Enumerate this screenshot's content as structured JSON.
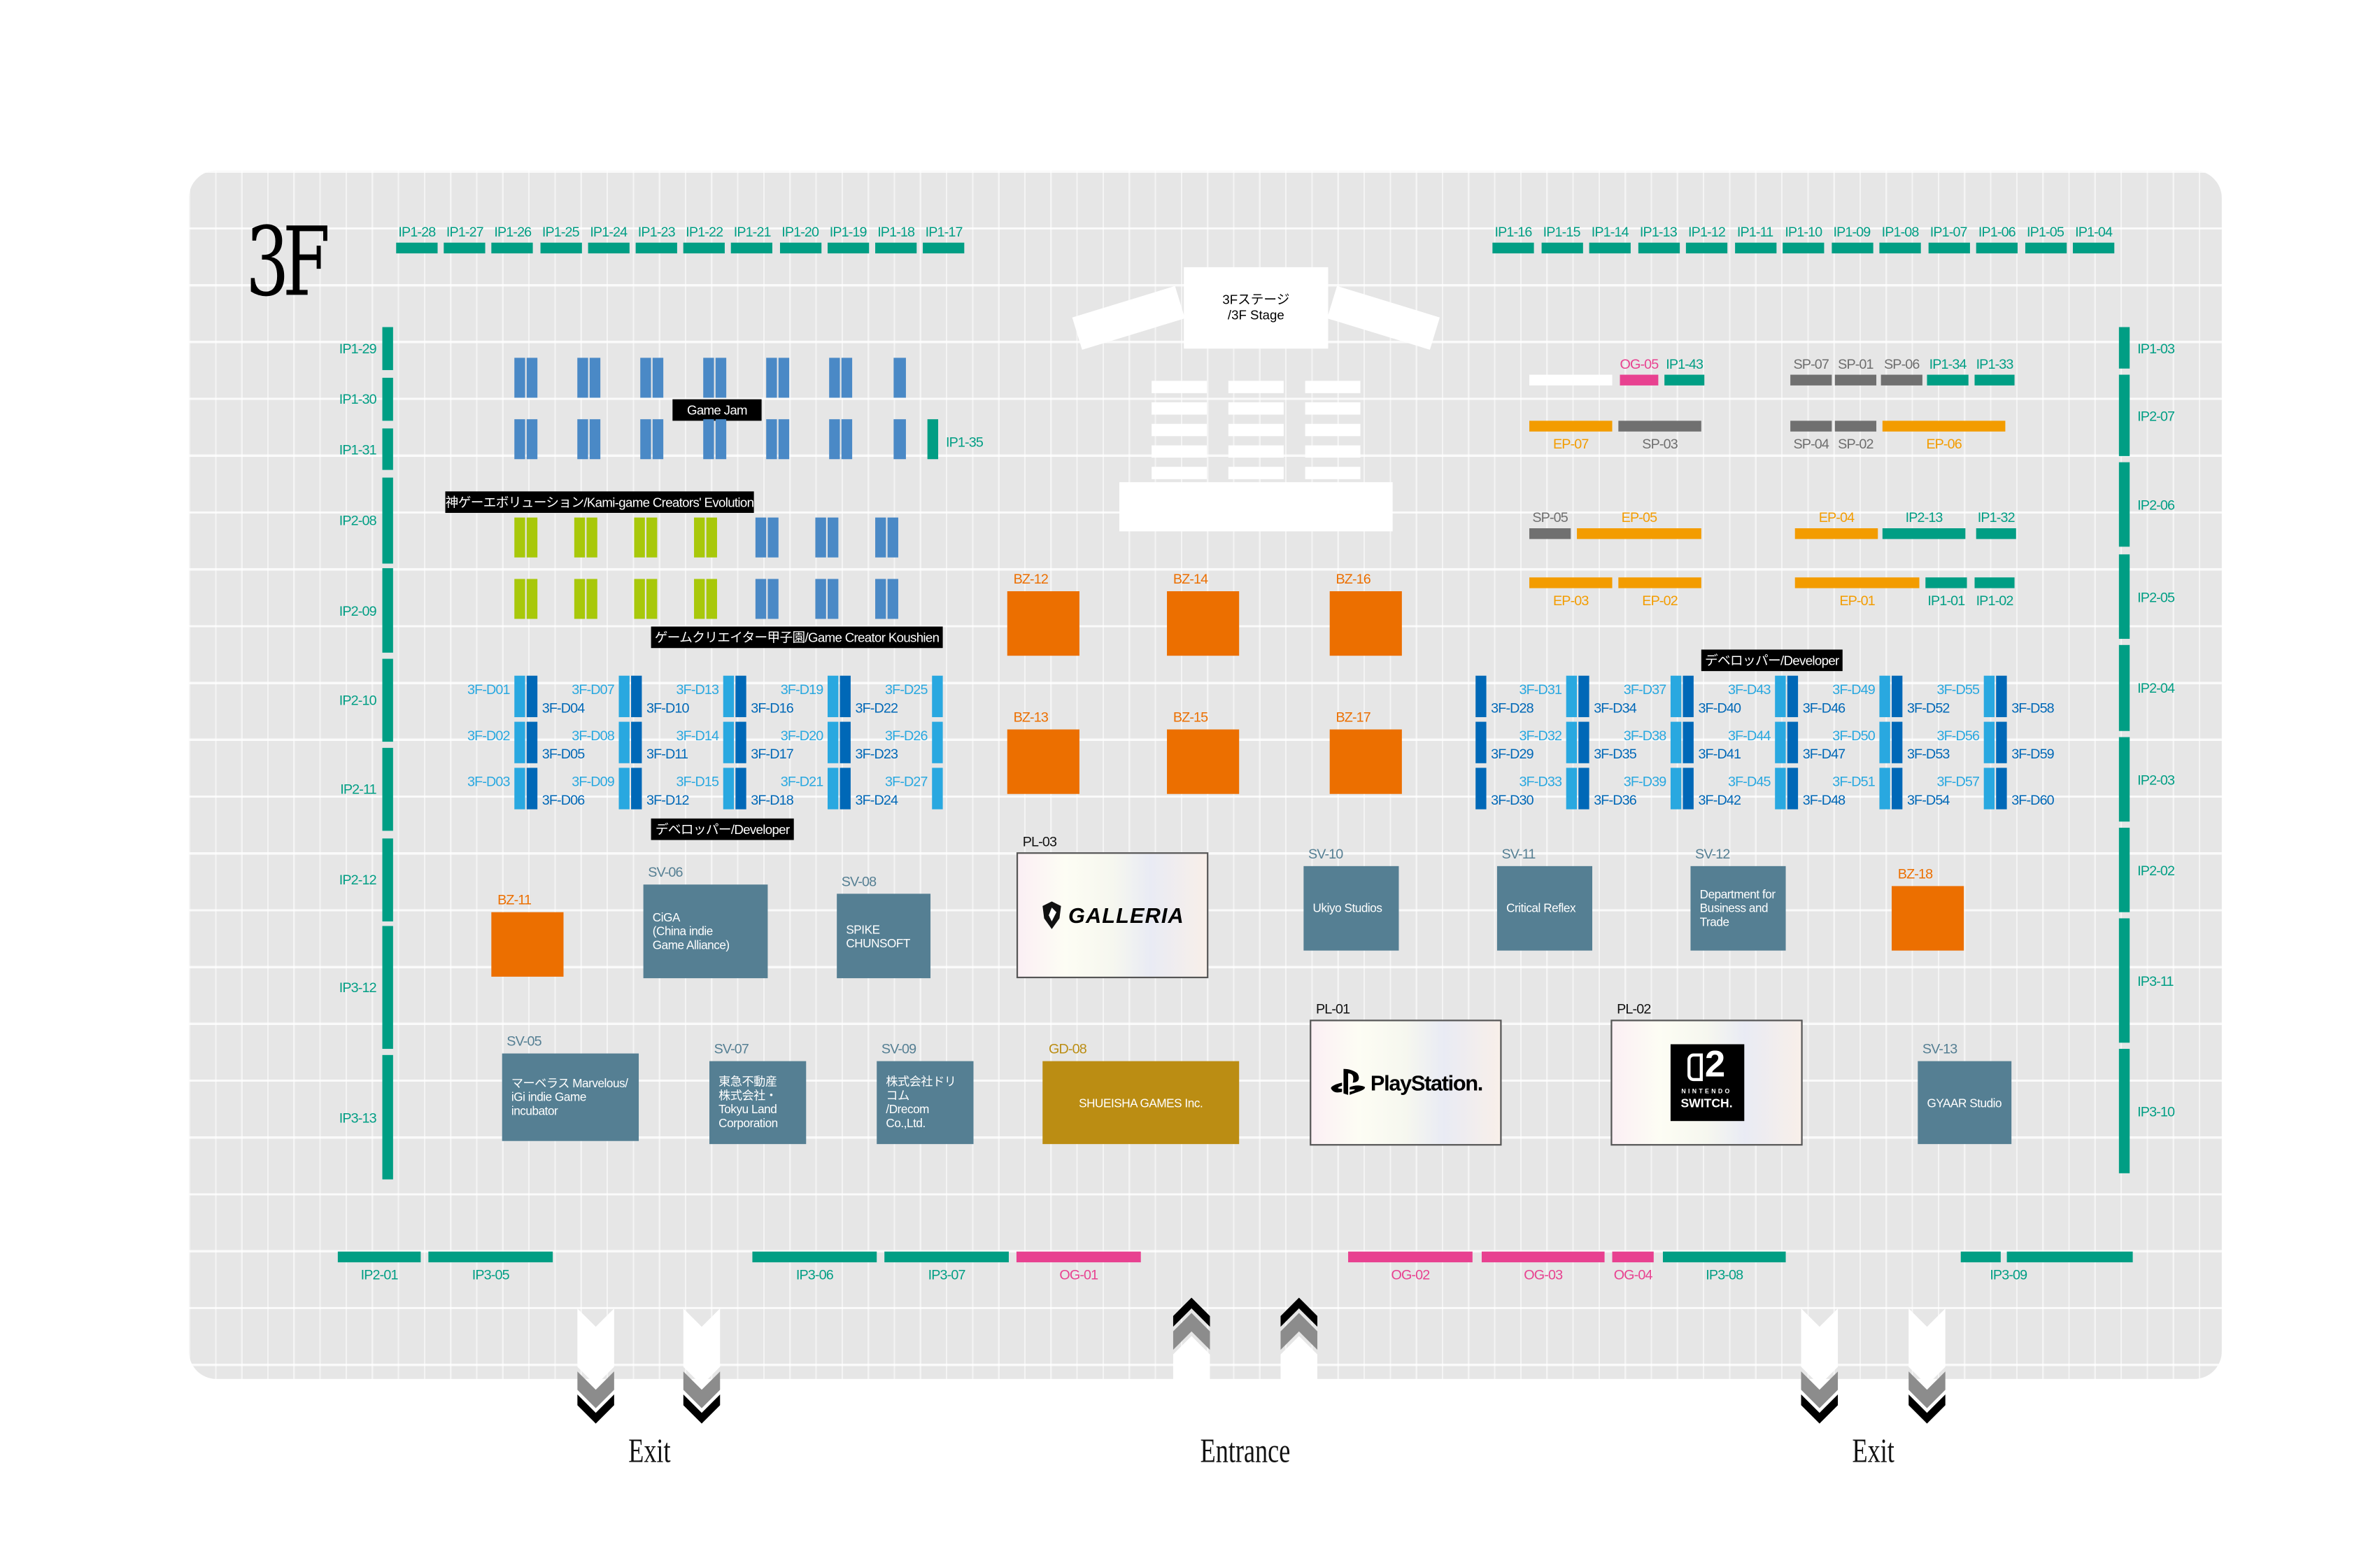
{
  "floor": "3F",
  "colors": {
    "teal": "#009e84",
    "pink": "#e84190",
    "gray": "#707070",
    "orange": "#f39c00",
    "bz": "#ec6f00",
    "gamejam_blue": "#4a89c6",
    "kamigame_green": "#a8c80a",
    "dev_light": "#29a8e0",
    "dev_dark": "#0068b7",
    "showcase": "#557f93",
    "gold": "#bb8d13"
  },
  "top_booths_left": [
    "IP1-28",
    "IP1-27",
    "IP1-26",
    "IP1-25",
    "IP1-24",
    "IP1-23",
    "IP1-22",
    "IP1-21",
    "IP1-20",
    "IP1-19",
    "IP1-18",
    "IP1-17"
  ],
  "top_booths_right": [
    "IP1-16",
    "IP1-15",
    "IP1-14",
    "IP1-13",
    "IP1-12",
    "IP1-11",
    "IP1-10",
    "IP1-09",
    "IP1-08",
    "IP1-07",
    "IP1-06",
    "IP1-05",
    "IP1-04"
  ],
  "left_wall": [
    "IP1-29",
    "IP1-30",
    "IP1-31",
    "IP2-08",
    "IP2-09",
    "IP2-10",
    "IP2-11",
    "IP2-12",
    "IP3-12",
    "IP3-13"
  ],
  "right_wall": [
    "IP1-03",
    "IP2-07",
    "IP2-06",
    "IP2-05",
    "IP2-04",
    "IP2-03",
    "IP2-02",
    "IP3-11",
    "IP3-10"
  ],
  "ip1_35": "IP1-35",
  "zone_signs": {
    "game_jam": "Game Jam",
    "kamigame": "神ゲーエボリューション/Kami-game Creators' Evolution",
    "koushien": "ゲームクリエイター甲子園/Game Creator Koushien",
    "developer_left": "デベロッパー/Developer",
    "developer_right": "デベロッパー/Developer"
  },
  "stage": {
    "line1": "3Fステージ",
    "line2": "/3F Stage"
  },
  "developer_left": [
    {
      "light": [
        "3F-D01",
        "3F-D02",
        "3F-D03"
      ],
      "dark": [
        "3F-D04",
        "3F-D05",
        "3F-D06"
      ]
    },
    {
      "light": [
        "3F-D07",
        "3F-D08",
        "3F-D09"
      ],
      "dark": [
        "3F-D10",
        "3F-D11",
        "3F-D12"
      ]
    },
    {
      "light": [
        "3F-D13",
        "3F-D14",
        "3F-D15"
      ],
      "dark": [
        "3F-D16",
        "3F-D17",
        "3F-D18"
      ]
    },
    {
      "light": [
        "3F-D19",
        "3F-D20",
        "3F-D21"
      ],
      "dark": [
        "3F-D22",
        "3F-D23",
        "3F-D24"
      ]
    },
    {
      "light": [
        "3F-D25",
        "3F-D26",
        "3F-D27"
      ]
    }
  ],
  "developer_right": [
    {
      "dark": [
        "3F-D28",
        "3F-D29",
        "3F-D30"
      ]
    },
    {
      "light": [
        "3F-D31",
        "3F-D32",
        "3F-D33"
      ],
      "dark": [
        "3F-D34",
        "3F-D35",
        "3F-D36"
      ]
    },
    {
      "light": [
        "3F-D37",
        "3F-D38",
        "3F-D39"
      ],
      "dark": [
        "3F-D40",
        "3F-D41",
        "3F-D42"
      ]
    },
    {
      "light": [
        "3F-D43",
        "3F-D44",
        "3F-D45"
      ],
      "dark": [
        "3F-D46",
        "3F-D47",
        "3F-D48"
      ]
    },
    {
      "light": [
        "3F-D49",
        "3F-D50",
        "3F-D51"
      ],
      "dark": [
        "3F-D52",
        "3F-D53",
        "3F-D54"
      ]
    },
    {
      "light": [
        "3F-D55",
        "3F-D56",
        "3F-D57"
      ],
      "dark": [
        "3F-D58",
        "3F-D59",
        "3F-D60"
      ]
    }
  ],
  "east_booths": [
    {
      "id": "OG-05",
      "type": "pink"
    },
    {
      "id": "IP1-43",
      "type": "teal"
    },
    {
      "id": "SP-07",
      "type": "gray"
    },
    {
      "id": "SP-01",
      "type": "gray"
    },
    {
      "id": "SP-06",
      "type": "gray"
    },
    {
      "id": "IP1-34",
      "type": "teal"
    },
    {
      "id": "IP1-33",
      "type": "teal"
    },
    {
      "id": "EP-07",
      "type": "orange"
    },
    {
      "id": "SP-03",
      "type": "gray"
    },
    {
      "id": "SP-04",
      "type": "gray"
    },
    {
      "id": "SP-02",
      "type": "gray"
    },
    {
      "id": "EP-06",
      "type": "orange"
    },
    {
      "id": "SP-05",
      "type": "gray"
    },
    {
      "id": "EP-05",
      "type": "orange"
    },
    {
      "id": "EP-04",
      "type": "orange"
    },
    {
      "id": "IP2-13",
      "type": "teal"
    },
    {
      "id": "IP1-32",
      "type": "teal"
    },
    {
      "id": "EP-03",
      "type": "orange"
    },
    {
      "id": "EP-02",
      "type": "orange"
    },
    {
      "id": "EP-01",
      "type": "orange"
    },
    {
      "id": "IP1-01",
      "type": "teal"
    },
    {
      "id": "IP1-02",
      "type": "teal"
    }
  ],
  "bz_booths": [
    "BZ-12",
    "BZ-14",
    "BZ-16",
    "BZ-13",
    "BZ-15",
    "BZ-17",
    "BZ-11",
    "BZ-18"
  ],
  "showcase": [
    {
      "id": "SV-06",
      "name": "CiGA\n(China indie\nGame Alliance)"
    },
    {
      "id": "SV-08",
      "name": "SPIKE\nCHUNSOFT"
    },
    {
      "id": "SV-10",
      "name": "Ukiyo Studios"
    },
    {
      "id": "SV-11",
      "name": "Critical Reflex"
    },
    {
      "id": "SV-12",
      "name": "Department for\nBusiness and\nTrade"
    },
    {
      "id": "SV-05",
      "name": "マーベラス Marvelous/\niGi indie Game incubator"
    },
    {
      "id": "SV-07",
      "name": "東急不動産\n株式会社・\nTokyu Land\nCorporation"
    },
    {
      "id": "SV-09",
      "name": "株式会社ドリコム\n/Drecom Co.,Ltd."
    },
    {
      "id": "SV-13",
      "name": "GYAAR Studio"
    }
  ],
  "gold_booth": {
    "id": "GD-08",
    "name": "SHUEISHA GAMES Inc."
  },
  "platform": [
    {
      "id": "PL-03",
      "brand": "GALLERIA"
    },
    {
      "id": "PL-01",
      "brand": "PlayStation."
    },
    {
      "id": "PL-02",
      "brand_top": "2",
      "brand_sub": "NINTENDO",
      "brand_main": "SWITCH."
    }
  ],
  "bottom_booths": [
    {
      "id": "IP2-01",
      "type": "teal"
    },
    {
      "id": "IP3-05",
      "type": "teal"
    },
    {
      "id": "IP3-06",
      "type": "teal"
    },
    {
      "id": "IP3-07",
      "type": "teal"
    },
    {
      "id": "OG-01",
      "type": "pink"
    },
    {
      "id": "OG-02",
      "type": "pink"
    },
    {
      "id": "OG-03",
      "type": "pink"
    },
    {
      "id": "OG-04",
      "type": "pink"
    },
    {
      "id": "IP3-08",
      "type": "teal"
    },
    {
      "id": "IP3-09",
      "type": "teal"
    }
  ],
  "doors": {
    "exit_left": "Exit",
    "entrance": "Entrance",
    "exit_right": "Exit"
  }
}
